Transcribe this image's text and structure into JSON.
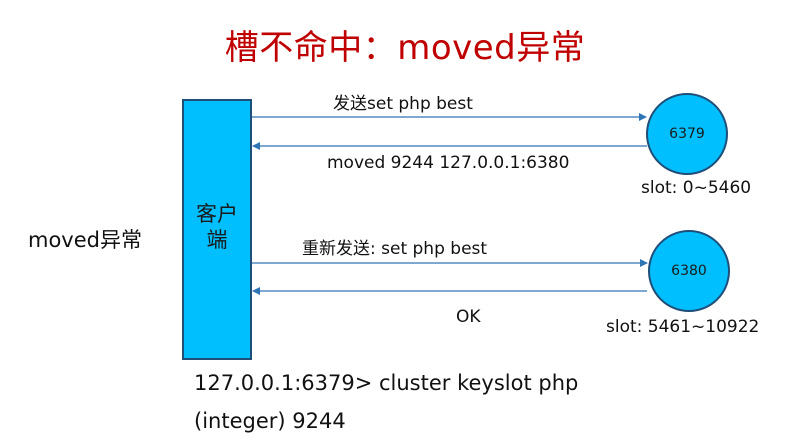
{
  "title": "槽不命中：moved异常",
  "side_label": "moved异常",
  "client": {
    "label": "客户端"
  },
  "nodes": [
    {
      "port": "6379",
      "slot_range": "slot: 0~5460"
    },
    {
      "port": "6380",
      "slot_range": "slot: 5461~10922"
    }
  ],
  "messages": [
    {
      "direction": "client-to-node",
      "target": "6379",
      "text": "发送set php best"
    },
    {
      "direction": "node-to-client",
      "source": "6379",
      "text": "moved 9244 127.0.0.1:6380"
    },
    {
      "direction": "client-to-node",
      "target": "6380",
      "text": "重新发送: set php best"
    },
    {
      "direction": "node-to-client",
      "source": "6380",
      "text": "OK"
    }
  ],
  "command": {
    "prompt_line": "127.0.0.1:6379> cluster keyslot php",
    "result_line": "(integer) 9244"
  },
  "colors": {
    "title": "#c00000",
    "box_fill": "#00bfff",
    "box_border": "#1f4e79",
    "arrow": "#2e75b6"
  }
}
